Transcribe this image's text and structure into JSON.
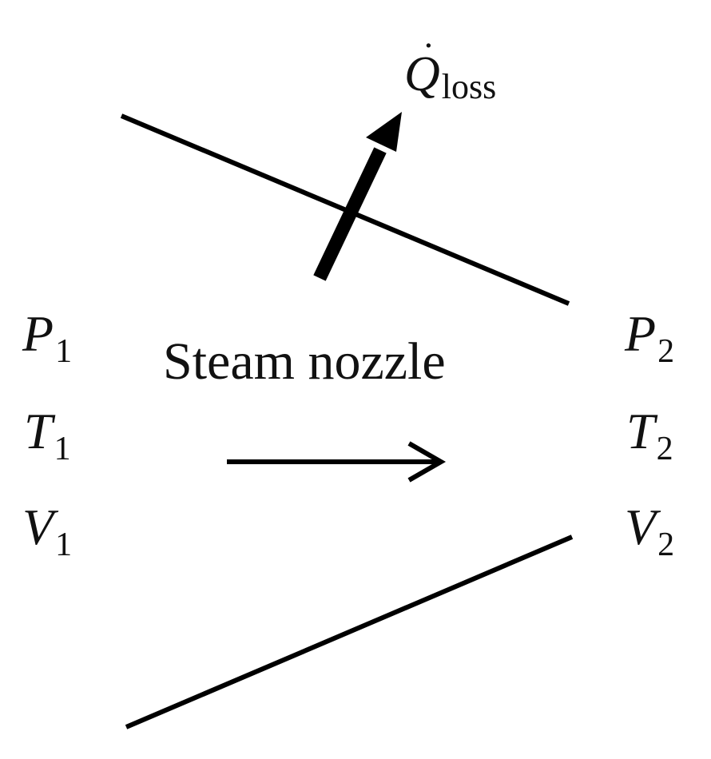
{
  "inlet": {
    "pressure": {
      "symbol": "P",
      "subscript": "1"
    },
    "temperature": {
      "symbol": "T",
      "subscript": "1"
    },
    "velocity": {
      "symbol": "V",
      "subscript": "1"
    }
  },
  "outlet": {
    "pressure": {
      "symbol": "P",
      "subscript": "2"
    },
    "temperature": {
      "symbol": "T",
      "subscript": "2"
    },
    "velocity": {
      "symbol": "V",
      "subscript": "2"
    }
  },
  "device": {
    "label": "Steam nozzle"
  },
  "heat_loss": {
    "symbol": "Q",
    "dot": "˙",
    "subscript": "loss"
  },
  "colors": {
    "text": "#111111",
    "lines": "#000000",
    "background": "#ffffff"
  }
}
